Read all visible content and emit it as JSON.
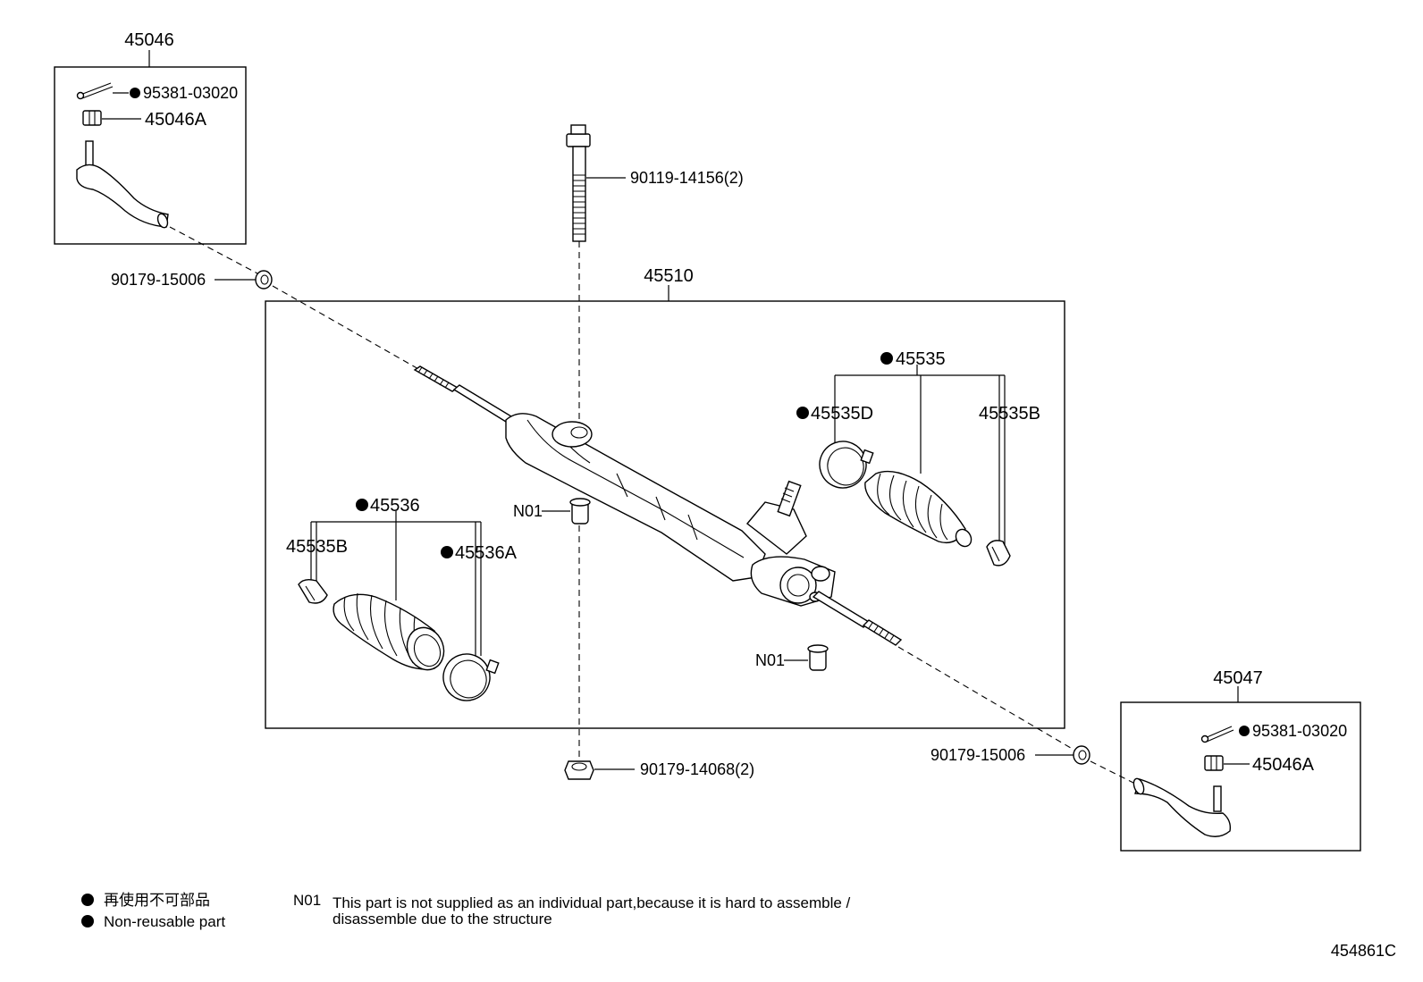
{
  "labels": {
    "tie_rod_end_lh": "45046",
    "tie_rod_end_rh": "45047",
    "gear_assy": "45510",
    "cotter_pin_lh": "95381-03020",
    "cotter_pin_rh": "95381-03020",
    "nut_lh": "45046A",
    "nut_rh": "45046A",
    "bolt": "90119-14156(2)",
    "lock_nut_lh": "90179-15006",
    "lock_nut_rh": "90179-15006",
    "nut_bottom": "90179-14068(2)",
    "boot_kit_rh": "45535",
    "clamp_rh": "45535D",
    "clip_rh": "45535B",
    "boot_kit_lh": "45536",
    "clip_lh": "45535B",
    "clamp_lh": "45536A",
    "n01_upper": "N01",
    "n01_lower": "N01"
  },
  "legend": {
    "jp": "再使用不可部品",
    "en": "Non-reusable part",
    "note_code": "N01",
    "note_line1": "This part is not supplied as an individual part,because it is hard to assemble /",
    "note_line2": "disassemble due to the structure"
  },
  "figure_id": "454861C"
}
